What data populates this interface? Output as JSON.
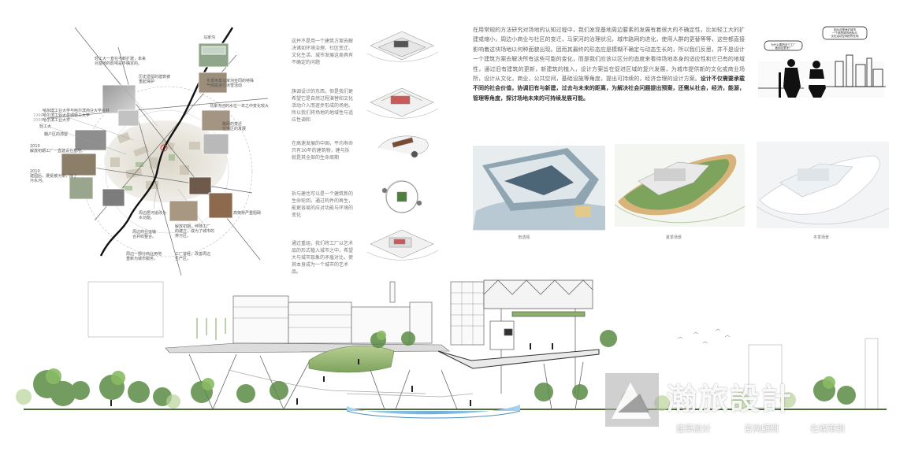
{
  "site_map": {
    "labels": {
      "majiadian": "马家沟",
      "expansion": "轻工大一直在不断扩建，未来\n对基地的影响是不确定的。",
      "history": "历史遗留的建筑被\n重起保护",
      "winter": "冬季用季马家沟亚同的特殊\n气候能进行冰雪活动",
      "river_future": "马家沟河的水位一年之中变化较大",
      "road_future": "路网的变迁\n住宅区的发展",
      "univ_a": "哈尔滨工业大学与哈尔滨商业大学合并",
      "univ_b": "哈尔滨工业大学城轻工大学",
      "univ_c": "哈尔滨工业大学",
      "qinggong": "轻工大",
      "y2010a": "2010\n解放初期工厂一直建设在基地。",
      "food": "棚户区的滞留",
      "y2010b": "2010\n建国后，遭受被污染，成了\n污水河。",
      "mid_river": "周边居河道改为\n水功能。",
      "commercial": "周边商业运输\n合并收整合。",
      "sewage": "解放初期，伴随工厂\n的建立，成为了城市的\n排污区。",
      "upstream": "周边一部分商业用地\n重新为城市服务。",
      "industrial_belt": "工厂曾经，改善周边\n生产区。",
      "demolish": "高架桥严重阻碍",
      "yr_a": "1970",
      "yr_b": "1990",
      "yr_c": "2000"
    }
  },
  "notes": [
    "这并不是用一个建筑方案去解\n决诸如环境治理、社区变迁、\n文化生活、城市发展这类具有\n不确定的问题",
    "旗调设计的东西，但是我们更\n希望它是自然过程演替和文化\n活动介入而逐步形成的场地。\n所以我们将场地的地域性与适\n应性调和",
    "在高速发展的中国，平均寿命\n只有30年的建筑物，建与拆\n就是其全部的生命周期",
    "拆与建也可以是一个建筑新的\n生命轮回，通过构件的再生，\n能更容易的应对功能与环境的\n变化",
    "通过重组，我们将工厂以艺术\n品的形式植入城市之中，希望\n大与城市现象的矛盾对比，使\n其本身成为一个城市的艺术\n品。"
  ],
  "paragraph": {
    "normal": "在用常规的方法研究对场地的认知过程中，我们发现基地周边要素的发展有着很大的不确定性，比如轻工大的扩建或缩小，周边小商业与社区的变迁，马家河的治理状况，城市路网的进化，使用人群的更替等等，这些都直接影响着这块场地以何种面貌出现。因而其最终的形态应是模糊不确定与动态生长的，所以我们反思，并不是设计一个建筑方案去解决所有这些可能的变化，而是我们应该以区分的态度来看待场地本身的适应性和它已有的地域性，通过旧有建筑的更新，新建筑的植入，设计方案旨在促进区域的复兴发展，为城市提供新的文化或商业场所，设计从文化，商业，公共空间，基础设施等角度，提出可持续的，经济合理的设计方案。",
    "bold": "设计不仅需要承载不同的社会价值，协调旧有与新建，过去与未来的距离，为解决社会问题提出预案，还需从社会，经济，能源，管理等角度，探讨场地未来的可持续发展可能。"
  },
  "sketch": {
    "bubble_left": "为什么要把这个工厂\n搬到这里来？",
    "bubble_right": "因为这是我们城市\n一个新的城市地标与\n文化活动空间的所在地"
  },
  "renders": [
    {
      "caption": "剖透视"
    },
    {
      "caption": "夏季场景"
    },
    {
      "caption": "冬季场景"
    }
  ],
  "watermark": {
    "title": "瀚旅設計",
    "subtitle_1": "建築設計",
    "subtitle_2": "咨詢顧問",
    "subtitle_3": "在線策劃"
  },
  "colors": {
    "accent_blue": "#7fb3d8",
    "water": "#8fc3e3",
    "grass": "#8bb06a",
    "tree_dark": "#4c7a3a",
    "line": "#555555"
  }
}
